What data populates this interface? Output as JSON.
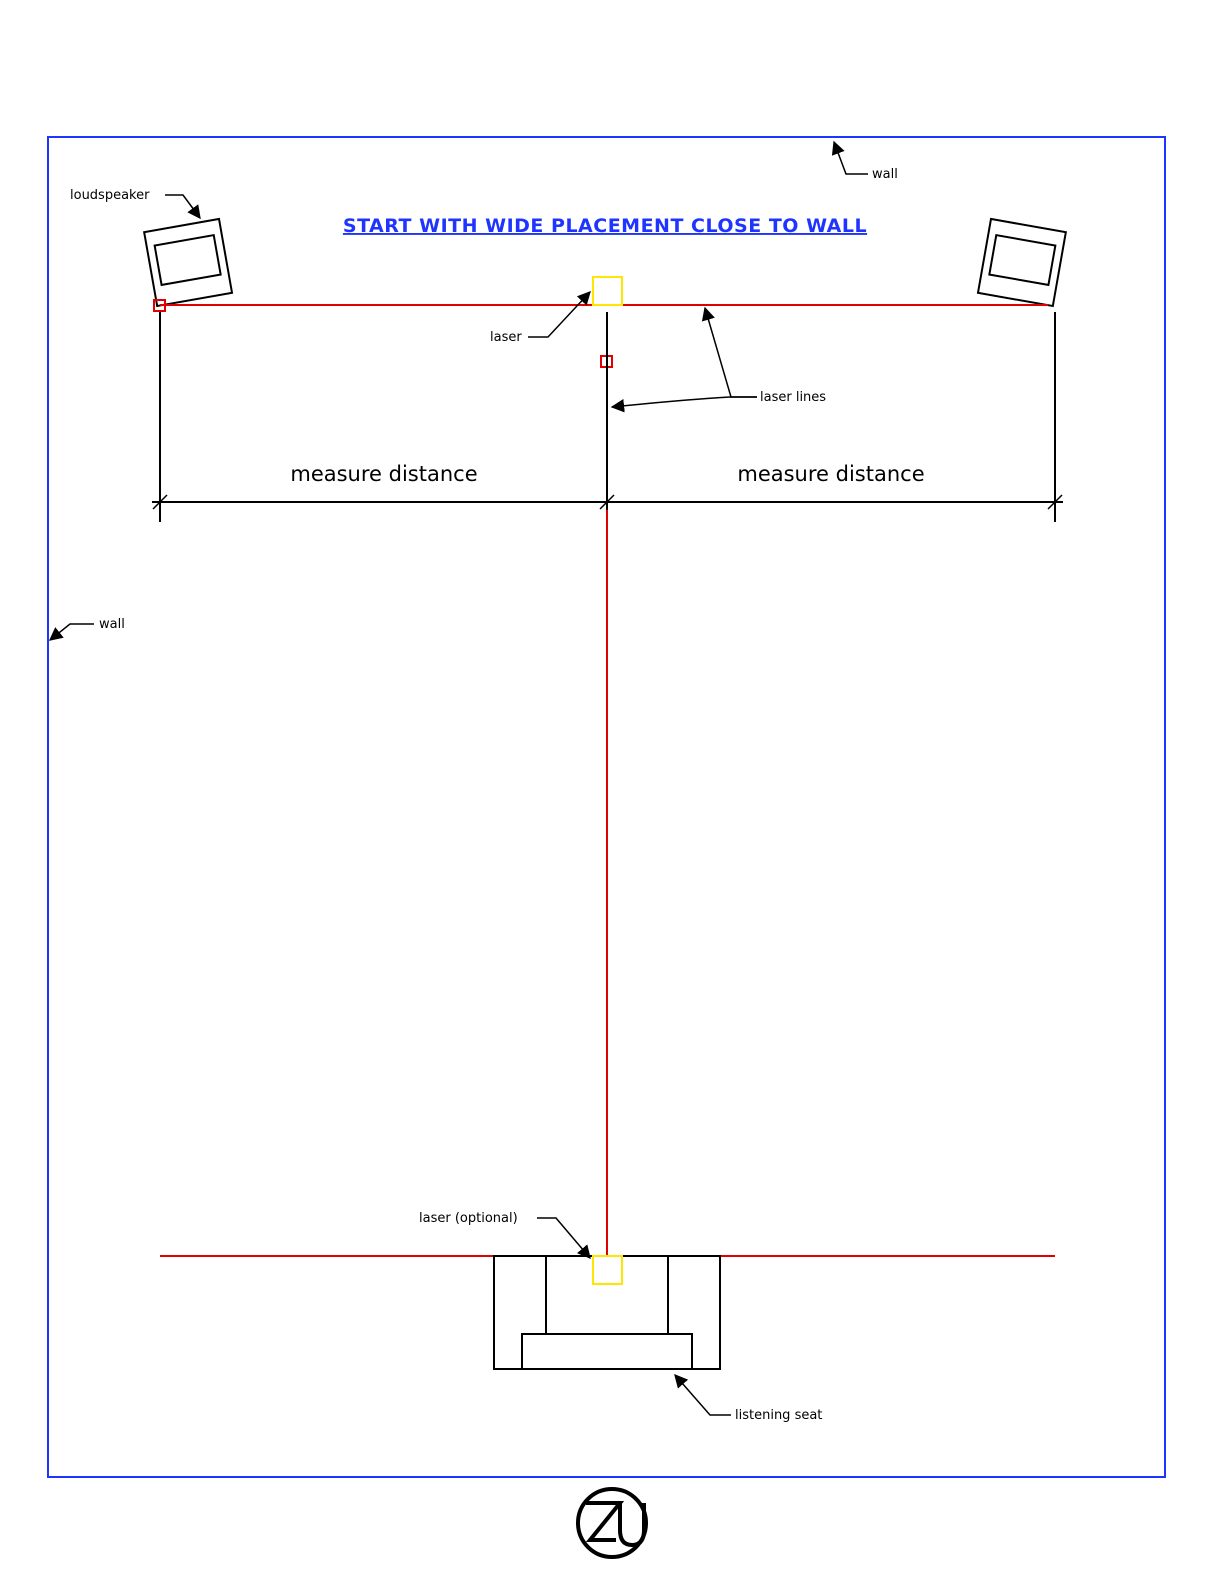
{
  "title": "START WITH WIDE PLACEMENT CLOSE TO WALL",
  "labels": {
    "wall_top": "wall",
    "wall_left": "wall",
    "loudspeaker": "loudspeaker",
    "laser_top": "laser",
    "laser_lines": "laser lines",
    "measure_left": "measure distance",
    "measure_right": "measure distance",
    "laser_optional": "laser (optional)",
    "listening_seat": "listening seat"
  },
  "colors": {
    "wall": "#1f35ff",
    "laser_line": "#e00000",
    "laser_device": "#ffe600",
    "title": "#1f35ff"
  },
  "logo": {
    "icon": "zu-logo",
    "text": "ZU"
  }
}
